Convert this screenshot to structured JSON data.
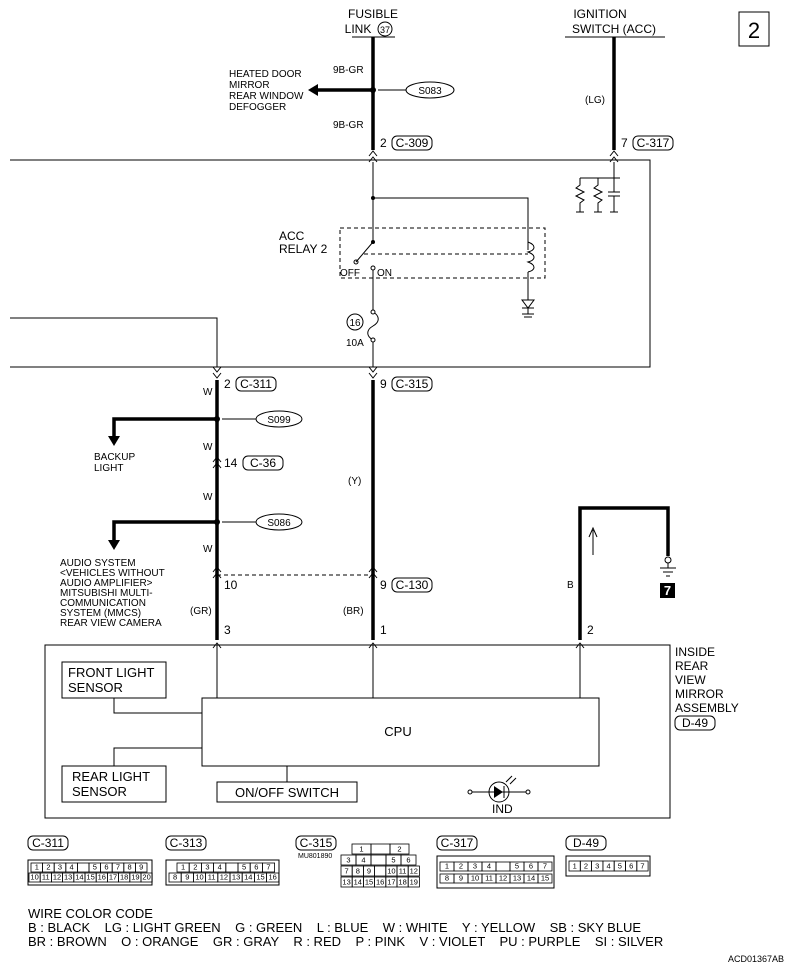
{
  "page_number": "2",
  "sources": {
    "fusible_link_line1": "FUSIBLE",
    "fusible_link_line2": "LINK",
    "fusible_link_num": "37",
    "ignition_line1": "IGNITION",
    "ignition_line2": "SWITCH (ACC)"
  },
  "splices": {
    "s083": "S083",
    "s099": "S099",
    "s086": "S086"
  },
  "branch_heated": [
    "HEATED DOOR",
    "MIRROR",
    "REAR WINDOW",
    "DEFOGGER"
  ],
  "branch_backup": [
    "BACKUP",
    "LIGHT"
  ],
  "branch_audio": [
    "AUDIO SYSTEM",
    "<VEHICLES WITHOUT",
    "AUDIO AMPLIFIER>",
    "MITSUBISHI MULTI-",
    "COMMUNICATION",
    "SYSTEM (MMCS)",
    "REAR VIEW CAMERA"
  ],
  "wires": {
    "w9b_gr_top": "9B-GR",
    "w9b_gr_bottom": "9B-GR",
    "lg": "(LG)",
    "w1": "W",
    "w2": "W",
    "w3": "W",
    "w4": "W",
    "y": "(Y)",
    "gr": "(GR)",
    "br": "(BR)",
    "b": "B"
  },
  "connectors": {
    "c309_pin": "2",
    "c309": "C-309",
    "c317_pin": "7",
    "c317": "C-317",
    "c311_pin": "2",
    "c311": "C-311",
    "c315_pin": "9",
    "c315": "C-315",
    "c36_pin": "14",
    "c36": "C-36",
    "c130_pin": "9",
    "c130": "C-130",
    "pin10": "10",
    "pin3": "3",
    "pin1": "1",
    "pin2": "2"
  },
  "relay": {
    "line1": "ACC",
    "line2": "RELAY 2",
    "off": "OFF",
    "on": "ON"
  },
  "fuse": {
    "num": "16",
    "amp": "10A"
  },
  "ground_num": "7",
  "mirror": {
    "lines": [
      "INSIDE",
      "REAR",
      "VIEW",
      "MIRROR",
      "ASSEMBLY"
    ],
    "conn": "D-49"
  },
  "components": {
    "front_sensor": [
      "FRONT LIGHT",
      "SENSOR"
    ],
    "rear_sensor": [
      "REAR LIGHT",
      "SENSOR"
    ],
    "cpu": "CPU",
    "onoff": "ON/OFF SWITCH",
    "ind": "IND"
  },
  "connector_views": {
    "c311": "C-311",
    "c313": "C-313",
    "c315": "C-315",
    "c315_part": "MU801890",
    "c317": "C-317",
    "d49": "D-49",
    "c311_row1": [
      "1",
      "2",
      "3",
      "4",
      "",
      "5",
      "6",
      "7",
      "8",
      "9"
    ],
    "c311_row2": [
      "10",
      "11",
      "12",
      "13",
      "14",
      "15",
      "16",
      "17",
      "18",
      "19",
      "20"
    ],
    "c313_row1": [
      "1",
      "2",
      "3",
      "4",
      "",
      "5",
      "6",
      "7"
    ],
    "c313_row2": [
      "8",
      "9",
      "10",
      "11",
      "12",
      "13",
      "14",
      "15",
      "16"
    ],
    "c315_rows": [
      [
        "1",
        "",
        "2"
      ],
      [
        "3",
        "4",
        "",
        "5",
        "6"
      ],
      [
        "7",
        "8",
        "9",
        "",
        "10",
        "11",
        "12"
      ],
      [
        "13",
        "14",
        "15",
        "16",
        "17",
        "18",
        "19"
      ]
    ],
    "c317_row1": [
      "1",
      "2",
      "3",
      "4",
      "",
      "5",
      "6",
      "7"
    ],
    "c317_row2": [
      "8",
      "9",
      "10",
      "11",
      "12",
      "13",
      "14",
      "15"
    ],
    "d49_row": [
      "1",
      "2",
      "3",
      "4",
      "5",
      "6",
      "7"
    ]
  },
  "legend": {
    "title": "WIRE COLOR CODE",
    "line1": "B : BLACK    LG : LIGHT GREEN    G : GREEN    L : BLUE    W : WHITE    Y : YELLOW    SB : SKY BLUE",
    "line2": "BR : BROWN    O : ORANGE    GR : GRAY    R : RED    P : PINK    V : VIOLET    PU : PURPLE    SI : SILVER"
  },
  "doc_code": "ACD01367AB"
}
